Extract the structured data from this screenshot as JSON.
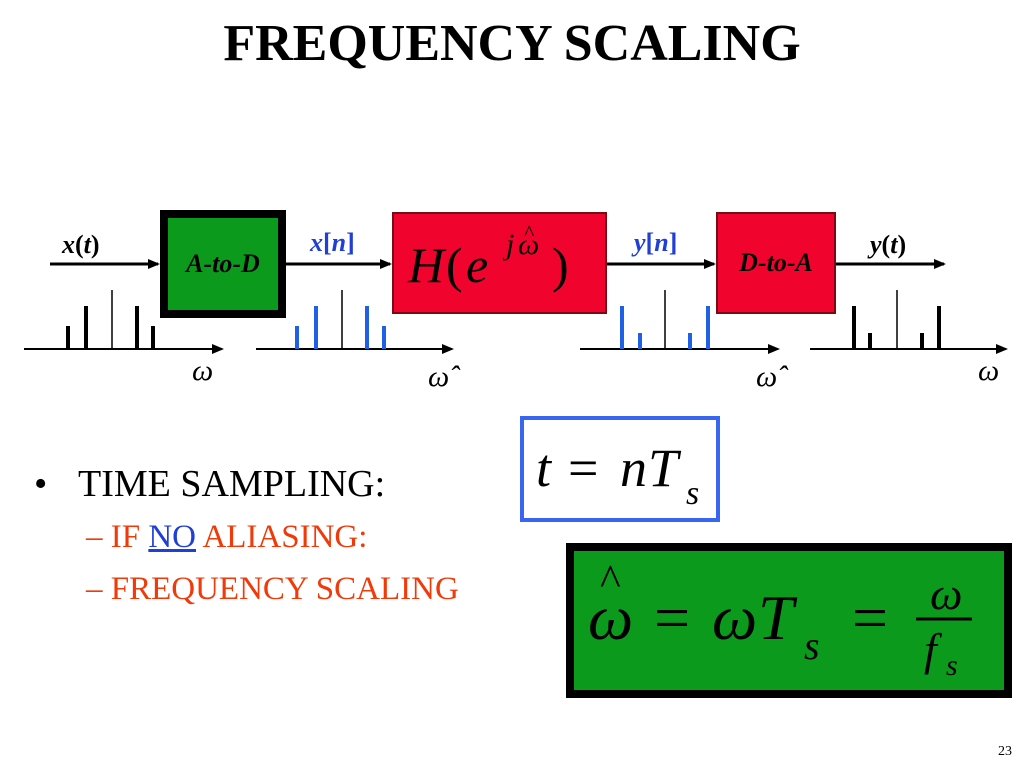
{
  "title": "FREQUENCY SCALING",
  "signals": {
    "x_t": "x(t)",
    "x_n": "x[n]",
    "y_n": "y[n]",
    "y_t": "y(t)"
  },
  "blocks": {
    "a_to_d": "A-to-D",
    "h": "H(e^{jω̂})",
    "d_to_a": "D-to-A"
  },
  "axes": {
    "omega": "ω",
    "omega_hat": "ω̂"
  },
  "bullets": {
    "main": "TIME SAMPLING:",
    "bullet_char": "•",
    "sub1_prefix": "– IF ",
    "sub1_no": "NO",
    "sub1_suffix": " ALIASING:",
    "sub2": "– FREQUENCY SCALING"
  },
  "equations": {
    "eq1": "t = nT_s",
    "eq2": "ω̂ = ωT_s = ω / f_s"
  },
  "colors": {
    "green": "#0b9a1c",
    "red": "#f0042e",
    "blue": "#1f3fd6",
    "orange": "#f03a0a",
    "eq_border_blue": "#3866f0"
  },
  "page_number": "23"
}
